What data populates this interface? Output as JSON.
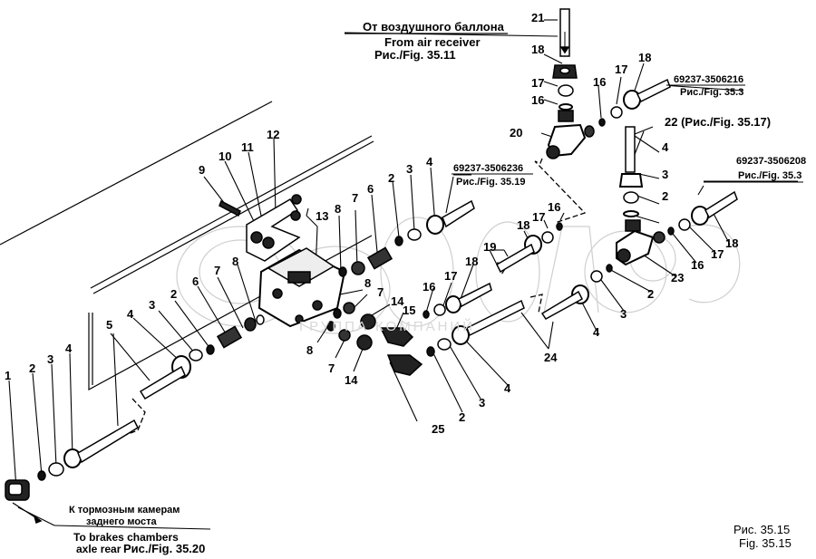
{
  "figure": {
    "caption_ru": "Рис. 35.15",
    "caption_en": "Fig. 35.15"
  },
  "annotations": {
    "air_receiver": {
      "ru": "От воздушного   баллона",
      "en": "From air receiver",
      "ref": "Рис./Fig. 35.11"
    },
    "brake_chambers": {
      "ru_line1": "К тормозным камерам",
      "ru_line2": "заднего моста",
      "en_line1": "To brakes chambers",
      "en_line2": "axle rear",
      "ref": "Рис./Fig. 35.20"
    },
    "part_6216": {
      "code": "69237-3506216",
      "ref": "Рис./Fig. 35.3"
    },
    "part_6208": {
      "code": "69237-3506208",
      "ref": "Рис./Fig. 35.3"
    },
    "part_6236": {
      "code": "69237-3506236",
      "ref": "Рис./Fig. 35.19"
    },
    "part_22": {
      "label": "22 (Рис./Fig. 35.17)"
    }
  },
  "watermark": {
    "text": "ГРУППА КОМПАНИЙ"
  },
  "callouts": [
    {
      "id": "c1",
      "n": "1"
    },
    {
      "id": "c2a",
      "n": "2"
    },
    {
      "id": "c3a",
      "n": "3"
    },
    {
      "id": "c4a",
      "n": "4"
    },
    {
      "id": "c5",
      "n": "5"
    },
    {
      "id": "c4b",
      "n": "4"
    },
    {
      "id": "c3b",
      "n": "3"
    },
    {
      "id": "c2b",
      "n": "2"
    },
    {
      "id": "c6a",
      "n": "6"
    },
    {
      "id": "c7a",
      "n": "7"
    },
    {
      "id": "c8a",
      "n": "8"
    },
    {
      "id": "c9",
      "n": "9"
    },
    {
      "id": "c10",
      "n": "10"
    },
    {
      "id": "c11",
      "n": "11"
    },
    {
      "id": "c12",
      "n": "12"
    },
    {
      "id": "c13",
      "n": "13"
    },
    {
      "id": "c8b",
      "n": "8"
    },
    {
      "id": "c7b",
      "n": "7"
    },
    {
      "id": "c6b",
      "n": "6"
    },
    {
      "id": "c2c",
      "n": "2"
    },
    {
      "id": "c3c",
      "n": "3"
    },
    {
      "id": "c4c",
      "n": "4"
    },
    {
      "id": "c8c",
      "n": "8"
    },
    {
      "id": "c7c",
      "n": "7"
    },
    {
      "id": "c14a",
      "n": "14"
    },
    {
      "id": "c15",
      "n": "15"
    },
    {
      "id": "c8d",
      "n": "8"
    },
    {
      "id": "c7d",
      "n": "7"
    },
    {
      "id": "c14b",
      "n": "14"
    },
    {
      "id": "c16a",
      "n": "16"
    },
    {
      "id": "c17a",
      "n": "17"
    },
    {
      "id": "c18a",
      "n": "18"
    },
    {
      "id": "c19",
      "n": "19"
    },
    {
      "id": "c18b",
      "n": "18"
    },
    {
      "id": "c17b",
      "n": "17"
    },
    {
      "id": "c16b",
      "n": "16"
    },
    {
      "id": "c25",
      "n": "25"
    },
    {
      "id": "c2d",
      "n": "2"
    },
    {
      "id": "c3d",
      "n": "3"
    },
    {
      "id": "c4d",
      "n": "4"
    },
    {
      "id": "c24",
      "n": "24"
    },
    {
      "id": "c4e",
      "n": "4"
    },
    {
      "id": "c3e",
      "n": "3"
    },
    {
      "id": "c2e",
      "n": "2"
    },
    {
      "id": "c23",
      "n": "23"
    },
    {
      "id": "c16c",
      "n": "16"
    },
    {
      "id": "c17c",
      "n": "17"
    },
    {
      "id": "c18c",
      "n": "18"
    },
    {
      "id": "c4f",
      "n": "4"
    },
    {
      "id": "c3f",
      "n": "3"
    },
    {
      "id": "c2f",
      "n": "2"
    },
    {
      "id": "c20",
      "n": "20"
    },
    {
      "id": "c21",
      "n": "21"
    },
    {
      "id": "c18d",
      "n": "18"
    },
    {
      "id": "c17d",
      "n": "17"
    },
    {
      "id": "c16d",
      "n": "16"
    },
    {
      "id": "c16e",
      "n": "16"
    },
    {
      "id": "c17e",
      "n": "17"
    },
    {
      "id": "c18e",
      "n": "18"
    }
  ]
}
